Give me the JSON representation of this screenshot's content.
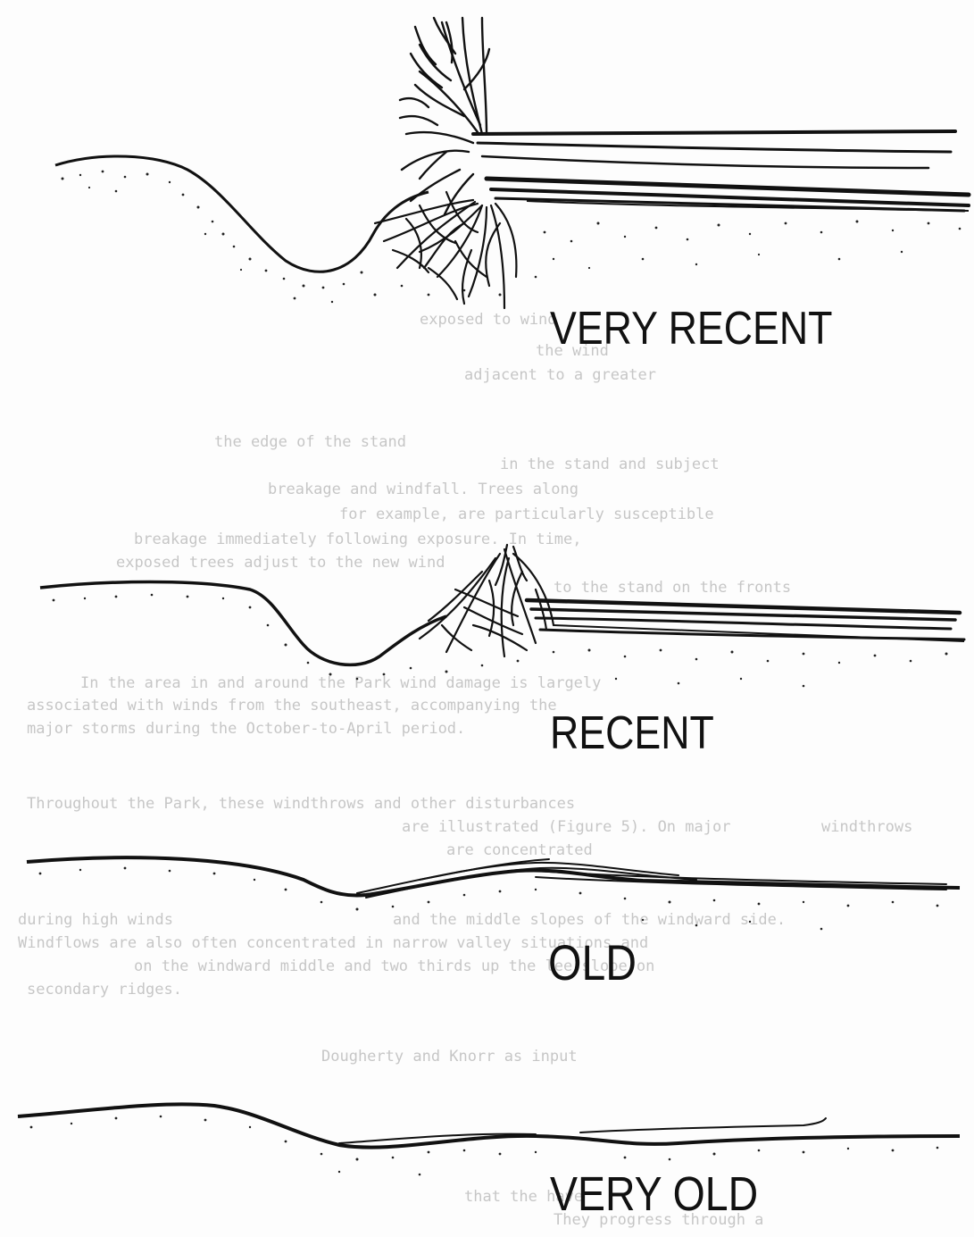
{
  "figure": {
    "stages": [
      {
        "id": "very-recent",
        "label": "VERY RECENT"
      },
      {
        "id": "recent",
        "label": "RECENT"
      },
      {
        "id": "old",
        "label": "OLD"
      },
      {
        "id": "very-old",
        "label": "VERY OLD"
      }
    ]
  },
  "bleed_through_text": [
    "exposed to wind",
    "the wind",
    "adjacent to a greater",
    "the edge of the stand",
    "in the stand and subject",
    "breakage and windfall. Trees along",
    "for example, are particularly susceptible",
    "breakage immediately following exposure. In time,",
    "exposed trees adjust to the new wind",
    "to the stand on the fronts",
    "In the area in and around the Park wind damage is largely",
    "associated with winds from the southeast, accompanying the",
    "major storms during the October-to-April period.",
    "Throughout the Park, these windthrows and other disturbances",
    "are illustrated (Figure 5). On major",
    "windthrows",
    "are concentrated",
    "during high winds",
    "and the middle slopes of the windward side.",
    "Windflows are also often concentrated in narrow valley situations and",
    "on the windward middle and two thirds up the lee slope on",
    "secondary ridges.",
    "Dougherty and Knorr as input",
    "that the have",
    "They progress through a"
  ]
}
